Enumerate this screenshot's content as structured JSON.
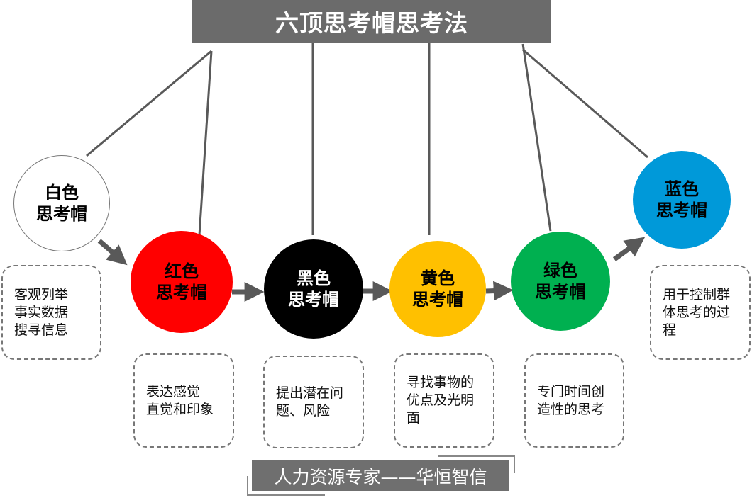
{
  "title": "六顶思考帽思考法",
  "colors": {
    "white": "#ffffff",
    "red": "#ff0000",
    "black": "#000000",
    "yellow": "#ffc000",
    "green": "#00b050",
    "blue": "#0099d9",
    "connector": "#595959"
  },
  "hats": [
    {
      "line1": "白色",
      "line2": "思考帽",
      "desc": [
        "客观列举",
        "事实数据",
        "搜寻信息"
      ]
    },
    {
      "line1": "红色",
      "line2": "思考帽",
      "desc": [
        "表达感觉",
        "直觉和印象"
      ]
    },
    {
      "line1": "黑色",
      "line2": "思考帽",
      "desc": [
        "提出潜在问",
        "题、风险"
      ]
    },
    {
      "line1": "黄色",
      "line2": "思考帽",
      "desc": [
        "寻找事物的",
        "优点及光明",
        "面"
      ]
    },
    {
      "line1": "绿色",
      "line2": "思考帽",
      "desc": [
        "专门时间创",
        "造性的思考"
      ]
    },
    {
      "line1": "蓝色",
      "line2": "思考帽",
      "desc": [
        "用于控制群",
        "体思考的过",
        "程"
      ]
    }
  ],
  "footer": "人力资源专家——华恒智信"
}
